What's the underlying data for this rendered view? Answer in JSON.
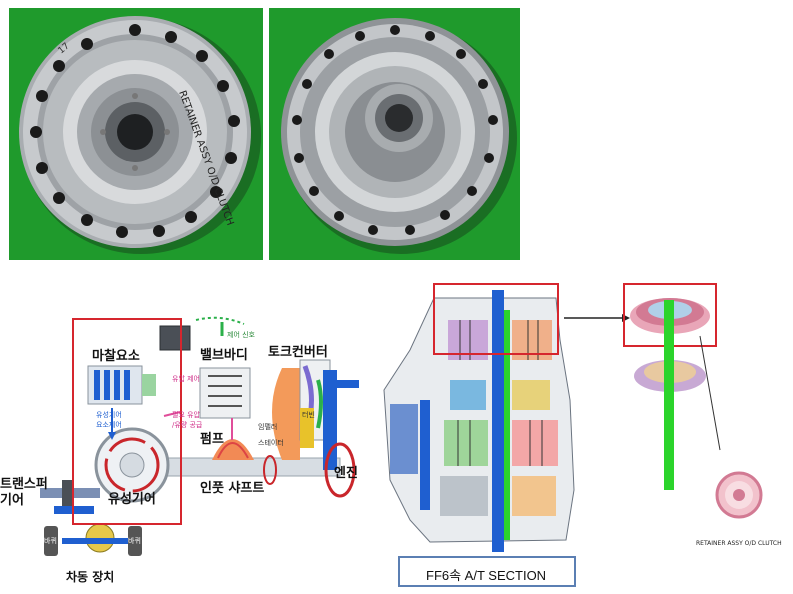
{
  "photos": {
    "left_engraving": "RETAINER ASSY O/D CLUTCH",
    "left_small_marks": "17"
  },
  "flow_diagram": {
    "friction_element": "마찰요소",
    "valve_body": "밸브바디",
    "torque_converter": "토크컨버터",
    "pump": "펌프",
    "input_shaft": "인풋 샤프트",
    "engine": "엔진",
    "transfer_gear": "트랜스퍼\n기어",
    "planetary_gear": "유성기어",
    "differential": "차동 장치",
    "control_signal": "제어 신호",
    "hydraulic_control": "유압 제어",
    "planetary_element_control": "유성기어\n요소제어",
    "supply": "필요 유압\n/유량 공급",
    "impeller": "임펠러",
    "stator": "스테이터",
    "turbine": "터빈",
    "wheel_left": "바퀴",
    "wheel_right": "바퀴"
  },
  "section": {
    "caption": "FF6속  A/T SECTION",
    "part_label": "RETAINER ASSY O/D CLUTCH"
  },
  "colors": {
    "photo_bg": "#1f9a2c",
    "highlight_red": "#d6262e",
    "caption_border": "#5b7fb3",
    "shaft_green": "#2bd42b",
    "flow_blue": "#1f5fd0"
  }
}
